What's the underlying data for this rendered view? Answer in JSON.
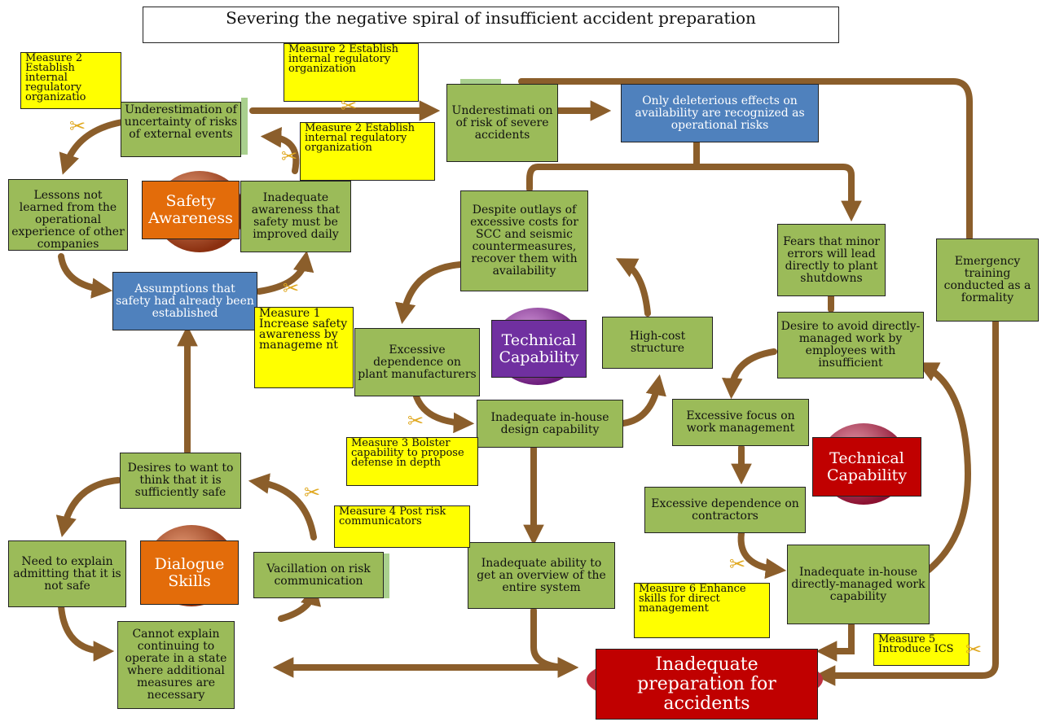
{
  "title": "Severing the negative spiral of insufficient accident preparation",
  "colors": {
    "green": "#9bbb59",
    "blue": "#4f81bd",
    "red": "#c00000",
    "orange": "#e36c0a",
    "purple": "#7030a0",
    "yellow": "#ffff00",
    "arrow": "#8b5e2b"
  },
  "nodes": {
    "underestimation_uncertainty": "Underestimation of uncertainty of risks of external events",
    "underestimation_severe": "Underestimati on of risk of severe accidents",
    "deleterious_effects": "Only deleterious effects on availability are recognized as operational risks",
    "lessons_not_learned": "Lessons not learned from the operational experience of other companies",
    "safety_awareness_label": "Safety Awareness",
    "inadequate_awareness": "Inadequate awareness that safety must be improved daily",
    "excessive_costs": "Despite outlays of excessive costs for SCC and seismic countermeasures, recover them with availability",
    "fears_minor_errors": "Fears that minor errors will lead directly to plant shutdowns",
    "emergency_training": "Emergency training conducted as a formality",
    "assumptions_safety": "Assumptions that safety had already been established",
    "excessive_dependence_manufacturers": "Excessive dependence on plant manufacturers",
    "technical_capability_1": "Technical Capability",
    "high_cost_structure": "High-cost structure",
    "desire_avoid": "Desire to avoid directly-managed work by employees with insufficient",
    "inhouse_design": "Inadequate in-house design capability",
    "excessive_focus": "Excessive focus on work management",
    "technical_capability_2": "Technical Capability",
    "desires_safe": "Desires to want to think that it is sufficiently safe",
    "excessive_dependence_contractors": "Excessive dependence on contractors",
    "need_explain": "Need to explain admitting that it is not safe",
    "dialogue_skills": "Dialogue Skills",
    "vacillation": "Vacillation on risk communication",
    "overview": "Inadequate ability to get an overview of the entire system",
    "inhouse_direct": "Inadequate in-house directly-managed work capability",
    "cannot_explain": "Cannot explain continuing to operate in a state where additional measures are necessary",
    "inadequate_preparation": "Inadequate preparation for accidents"
  },
  "measures": {
    "m2a": "Measure 2 Establish internal regulatory organizatio",
    "m2b": "Measure 2 Establish internal regulatory organization",
    "m2c": "Measure 2 Establish internal regulatory organization",
    "m1": "Measure 1 Increase safety awareness by manageme nt",
    "m3": "Measure 3 Bolster capability to propose defense in depth",
    "m4": "Measure 4 Post risk communicators",
    "m6": "Measure 6 Enhance skills for direct management",
    "m5": "Measure 5 Introduce ICS"
  }
}
